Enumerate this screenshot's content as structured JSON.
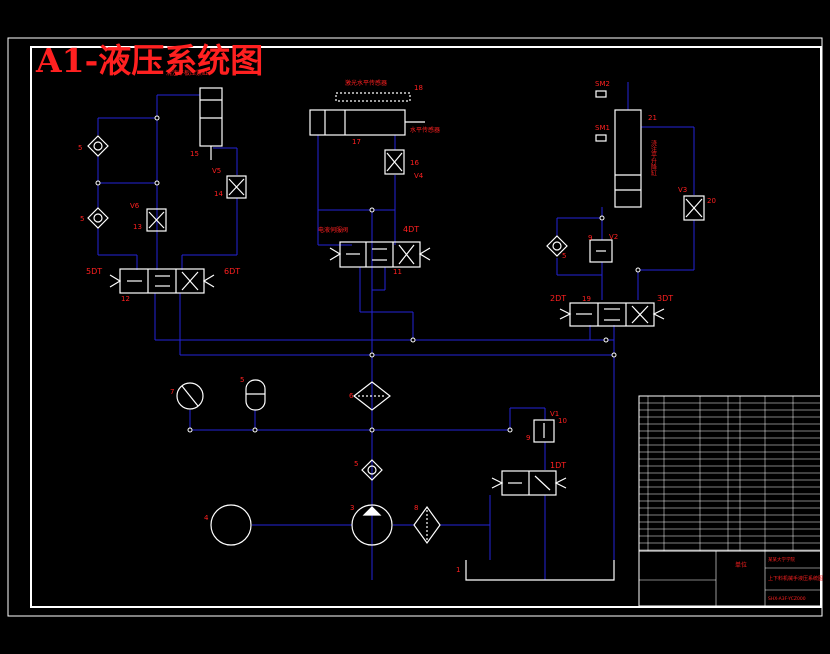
{
  "title": "A1-液压系统图",
  "colors": {
    "background": "#000000",
    "frame": "#ffffff",
    "line": "#2323d8",
    "text": "#ff2020",
    "symbol": "#ffffff"
  },
  "labels": {
    "cyl15_note": "浇注平板压紧缸",
    "n15": "15",
    "n14": "14",
    "n13": "13",
    "n12": "12",
    "v5": "V5",
    "v6": "V6",
    "n5a": "5",
    "n5b": "5",
    "dt5": "5DT",
    "dt6": "6DT",
    "conveyor_note": "激光水平传感器",
    "n18": "18",
    "n17": "17",
    "level_note": "水平传感器",
    "n16": "16",
    "v4": "V4",
    "dt4": "4DT",
    "hydro_note": "电液伺服阀",
    "n11": "11",
    "sm2": "SM2",
    "sm1": "SM1",
    "n21": "21",
    "cyl21_note": "浇注平升降缸",
    "v3": "V3",
    "n20": "20",
    "n9": "9",
    "v2": "V2",
    "n5c": "5",
    "dt2": "2DT",
    "dt3": "3DT",
    "n19": "19",
    "n7": "7",
    "n5d": "5",
    "n6": "6",
    "v1": "V1",
    "n9b": "9",
    "n10": "10",
    "dt1": "1DT",
    "n5e": "5",
    "n4": "4",
    "n3": "3",
    "n8": "8",
    "n1": "1"
  },
  "title_block": {
    "drawing_title": "上下料机械手液压系统图",
    "drawing_no": "SHX-A3F-YCZ000",
    "company": "单位",
    "school": "某某大学学院"
  }
}
